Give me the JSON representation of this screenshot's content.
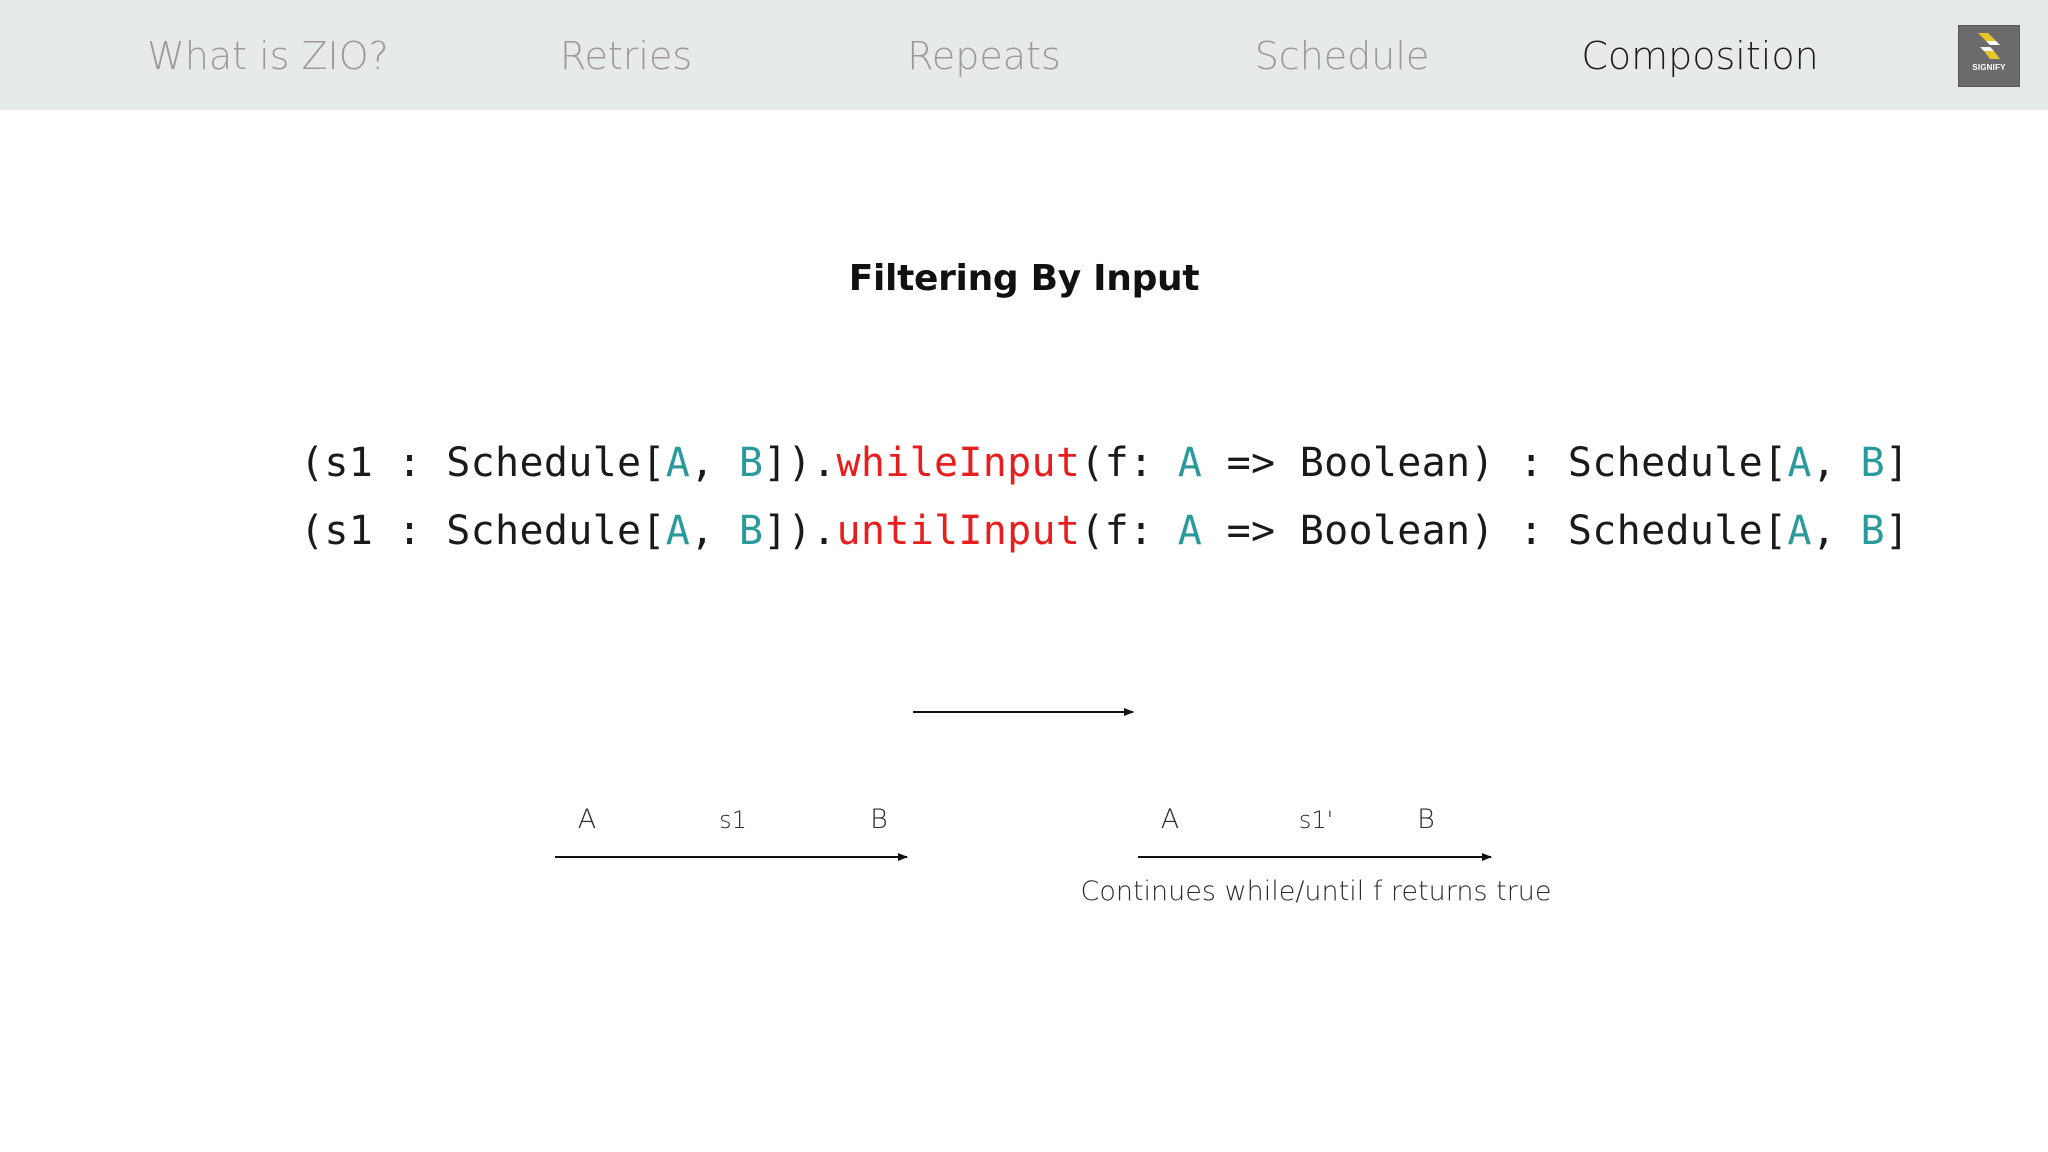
{
  "nav": {
    "items": [
      {
        "label": "What is ZIO?",
        "active": false
      },
      {
        "label": "Retries",
        "active": false
      },
      {
        "label": "Repeats",
        "active": false
      },
      {
        "label": "Schedule",
        "active": false
      },
      {
        "label": "Composition",
        "active": true
      }
    ],
    "logo": {
      "text": "SIGNIFY",
      "icon": "signify-logo-icon",
      "brand_color": "#e7c52b"
    }
  },
  "slide": {
    "title": "Filtering By Input",
    "code_lines": [
      {
        "prefix": "(s1 : Schedule[",
        "a1": "A",
        "sep1": ", ",
        "b1": "B",
        "mid": "]).",
        "method": "whileInput",
        "args_open": "(f: ",
        "a2": "A",
        "arrow": " => Boolean) : Schedule[",
        "a3": "A",
        "sep2": ", ",
        "b3": "B",
        "close": "]"
      },
      {
        "prefix": "(s1 : Schedule[",
        "a1": "A",
        "sep1": ", ",
        "b1": "B",
        "mid": "]).",
        "method": "untilInput",
        "args_open": "(f: ",
        "a2": "A",
        "arrow": " => Boolean) : Schedule[",
        "a3": "A",
        "sep2": ", ",
        "b3": "B",
        "close": "]"
      }
    ],
    "colors": {
      "type_param": "#2a9a9a",
      "method": "#e81d1d",
      "text": "#1a1a1a"
    }
  },
  "diagram": {
    "left": {
      "in": "A",
      "name": "s1",
      "out": "B"
    },
    "right": {
      "in": "A",
      "name": "s1'",
      "out": "B"
    },
    "caption": "Continues while/until f returns true"
  }
}
